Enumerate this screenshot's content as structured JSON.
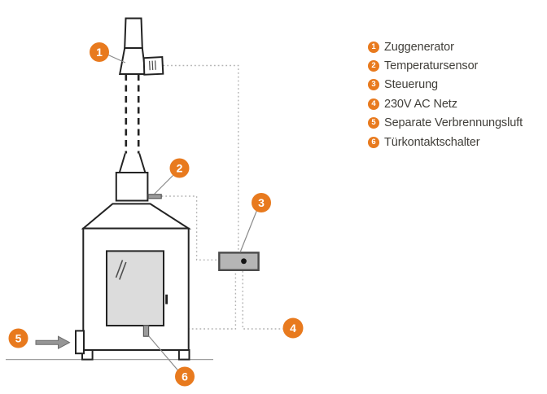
{
  "legend": {
    "items": [
      {
        "num": "1",
        "label": "Zuggenerator"
      },
      {
        "num": "2",
        "label": "Temperatursensor"
      },
      {
        "num": "3",
        "label": "Steuerung"
      },
      {
        "num": "4",
        "label": "230V AC Netz"
      },
      {
        "num": "5",
        "label": "Separate Verbrennungsluft"
      },
      {
        "num": "6",
        "label": "Türkontaktschalter"
      }
    ]
  },
  "icons": {
    "airflow_arrow": "right-arrow",
    "fan_vents": "vertical-hatch-lines",
    "callout_badge": "orange-numbered-circle"
  },
  "colors": {
    "accent": "#e87a1e",
    "ink": "#413f3a",
    "outline": "#232323",
    "dotted": "#b2b2b2",
    "leader": "#8a8a8a",
    "gray_fill": "#9b9b9b",
    "door_fill": "#dcdcdc",
    "control_fill": "#b5b5b5",
    "ground": "#9f9f9f"
  }
}
